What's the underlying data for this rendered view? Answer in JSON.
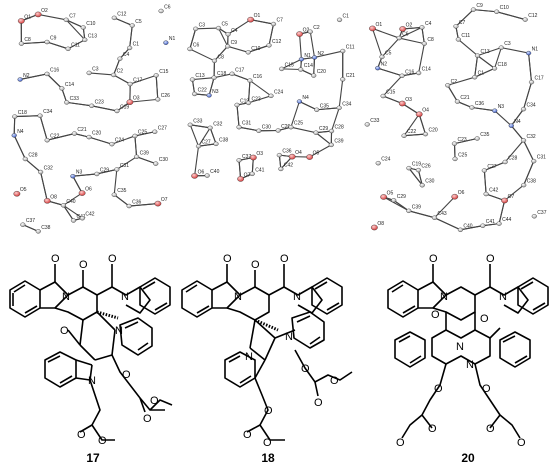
{
  "figure": {
    "compounds": [
      {
        "id": "17",
        "label": "17"
      },
      {
        "id": "18",
        "label": "18"
      },
      {
        "id": "20",
        "label": "20"
      }
    ],
    "crystal_labels_17": [
      "O1",
      "O2",
      "C7",
      "C10",
      "C12",
      "C5",
      "C6",
      "C8",
      "C9",
      "C11",
      "C13",
      "C4",
      "C1",
      "N1",
      "N2",
      "C16",
      "C14",
      "C3",
      "C2",
      "C17",
      "C15",
      "C18",
      "C34",
      "C33",
      "C23",
      "C19",
      "O3",
      "C26",
      "N4",
      "C22",
      "C21",
      "C20",
      "C24",
      "C25",
      "C27",
      "C28",
      "C32",
      "N3",
      "C29",
      "C31",
      "C39",
      "C30",
      "O5",
      "O8",
      "C40",
      "O6",
      "C35",
      "C36",
      "O7",
      "C37",
      "C38",
      "C41",
      "C42"
    ],
    "crystal_labels_18": [
      "C3",
      "C5",
      "C4",
      "O1",
      "C7",
      "O2",
      "C2",
      "C1",
      "C6",
      "C8",
      "C9",
      "C10",
      "C12",
      "N1",
      "N2",
      "C11",
      "C13",
      "C18",
      "C17",
      "C16",
      "C15",
      "C14",
      "C20",
      "C21",
      "C22",
      "N3",
      "C19",
      "C23",
      "C24",
      "N4",
      "C35",
      "C34",
      "C33",
      "C32",
      "C31",
      "C30",
      "C26",
      "C25",
      "C29",
      "C28",
      "C27",
      "C38",
      "C37",
      "O3",
      "C36",
      "O4",
      "O5",
      "C39",
      "O6",
      "C40",
      "O7",
      "C41",
      "C42"
    ],
    "crystal_labels_20": [
      "O1",
      "O2",
      "C4",
      "C7",
      "C9",
      "C10",
      "C12",
      "C5",
      "C6",
      "C8",
      "C11",
      "C13",
      "C3",
      "N1",
      "N2",
      "C16",
      "C14",
      "C2",
      "C1",
      "C18",
      "C17",
      "C15",
      "O3",
      "O4",
      "C21",
      "C36",
      "N3",
      "C34",
      "C33",
      "C22",
      "C20",
      "C23",
      "C35",
      "N4",
      "C32",
      "C24",
      "C19",
      "C26",
      "C25",
      "C27",
      "C28",
      "C31",
      "O5",
      "C29",
      "C30",
      "O6",
      "C42",
      "O7",
      "C38",
      "O8",
      "C39",
      "C43",
      "C40",
      "C41",
      "C44",
      "C37"
    ],
    "atoms": {
      "O": "O",
      "N": "N"
    }
  }
}
